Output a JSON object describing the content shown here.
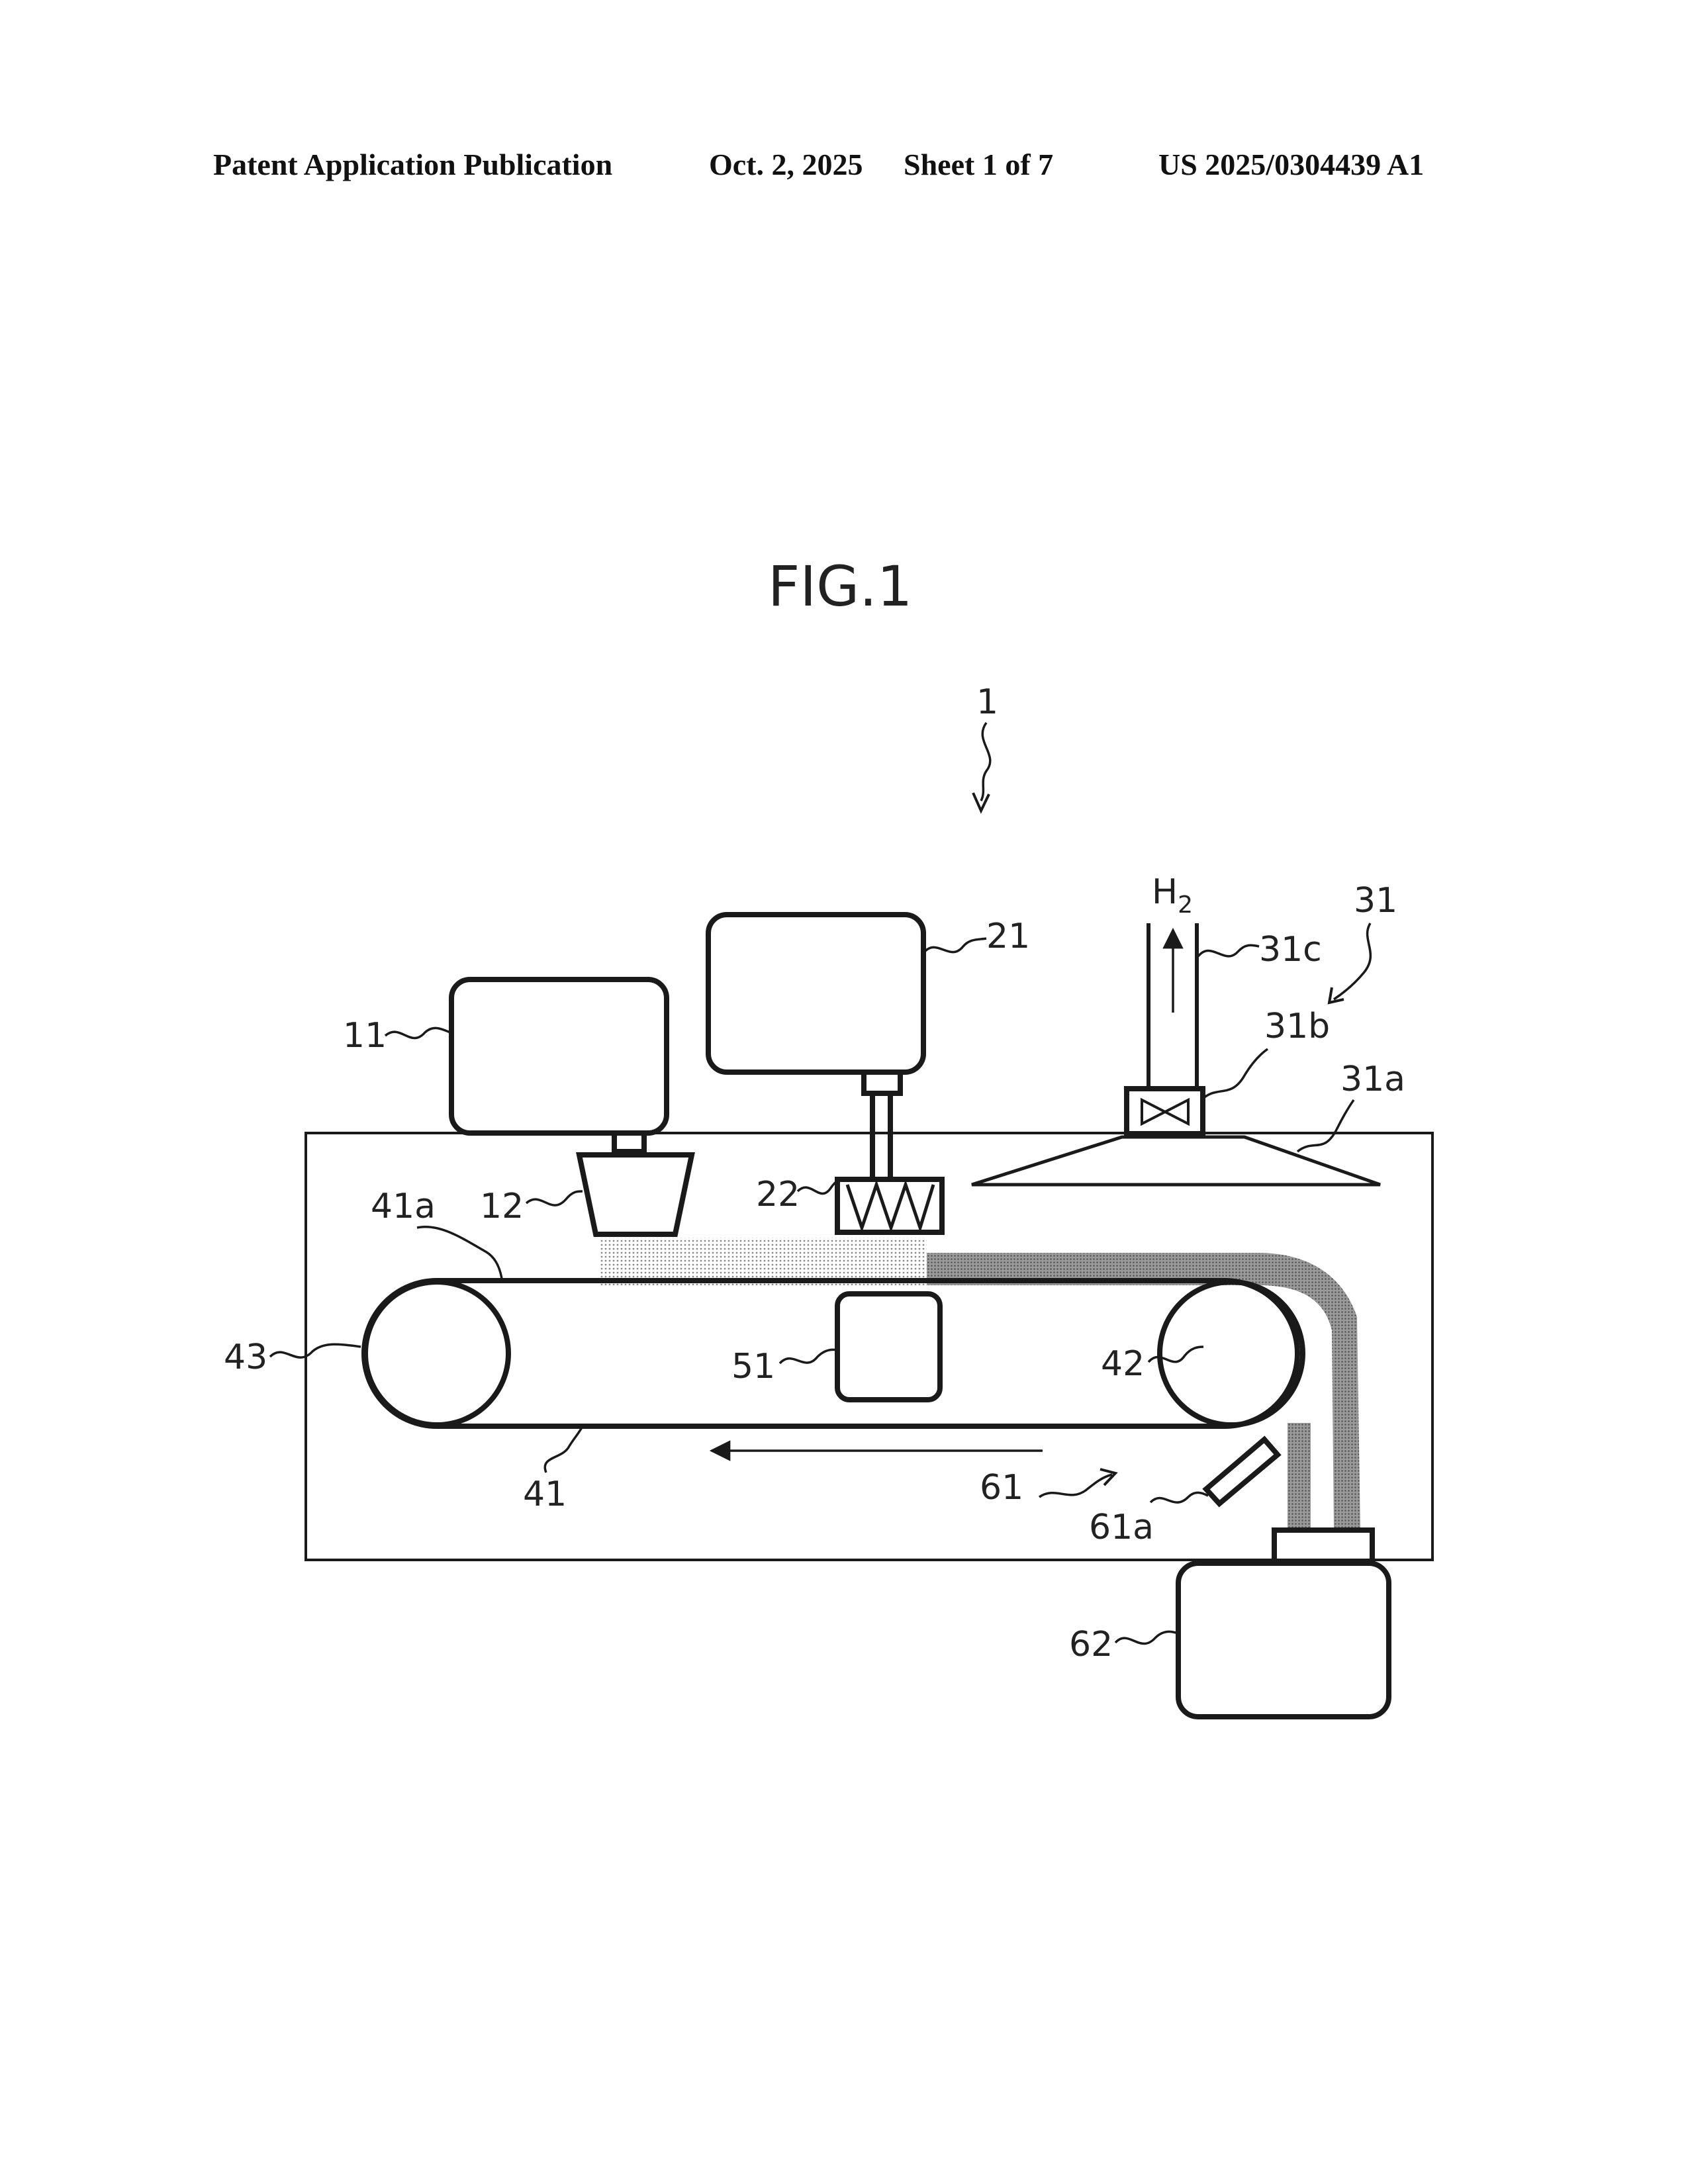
{
  "header": {
    "title": "Patent Application Publication",
    "date": "Oct. 2, 2025",
    "sheet": "Sheet 1 of 7",
    "number": "US 2025/0304439 A1"
  },
  "figure": {
    "title": "FIG.1",
    "labels": {
      "system": "1",
      "unit_11": "11",
      "unit_12": "12",
      "unit_21": "21",
      "unit_22": "22",
      "unit_31": "31",
      "unit_31a": "31a",
      "unit_31b": "31b",
      "unit_31c": "31c",
      "gas_main": "H",
      "gas_sub": "2",
      "belt_41": "41",
      "belt_41a": "41a",
      "roller_42": "42",
      "roller_43": "43",
      "unit_51": "51",
      "unit_61": "61",
      "unit_61a": "61a",
      "unit_62": "62"
    }
  }
}
